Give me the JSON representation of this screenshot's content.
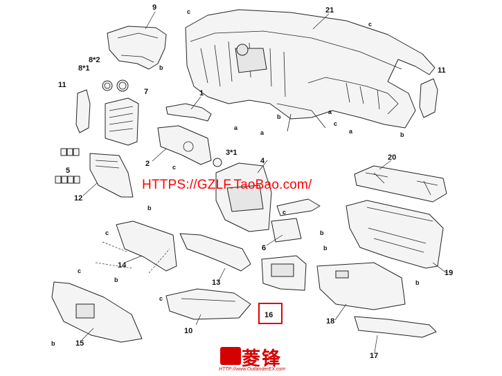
{
  "diagram": {
    "labels": [
      "9",
      "21",
      "8*2",
      "8*1",
      "11",
      "7",
      "11",
      "1",
      "2",
      "3*1",
      "4",
      "20",
      "12",
      "5",
      "6",
      "14",
      "13",
      "19",
      "16",
      "18",
      "10",
      "15",
      "17"
    ],
    "fastener_letters": [
      "c",
      "c",
      "b",
      "a",
      "b",
      "a",
      "a",
      "a",
      "b",
      "c",
      "c",
      "c",
      "b",
      "c",
      "b",
      "b",
      "c",
      "b",
      "b",
      "c",
      "b"
    ],
    "highlight": "16",
    "watermark": "HTTPS://GZLF.TaoBao.com/",
    "logo_text": "菱锋",
    "logo_url": "HTTP://www.OutlanderEX.com"
  },
  "colors": {
    "watermark": "#ff0000",
    "highlight": "#e00000",
    "logo": "#d40000"
  }
}
